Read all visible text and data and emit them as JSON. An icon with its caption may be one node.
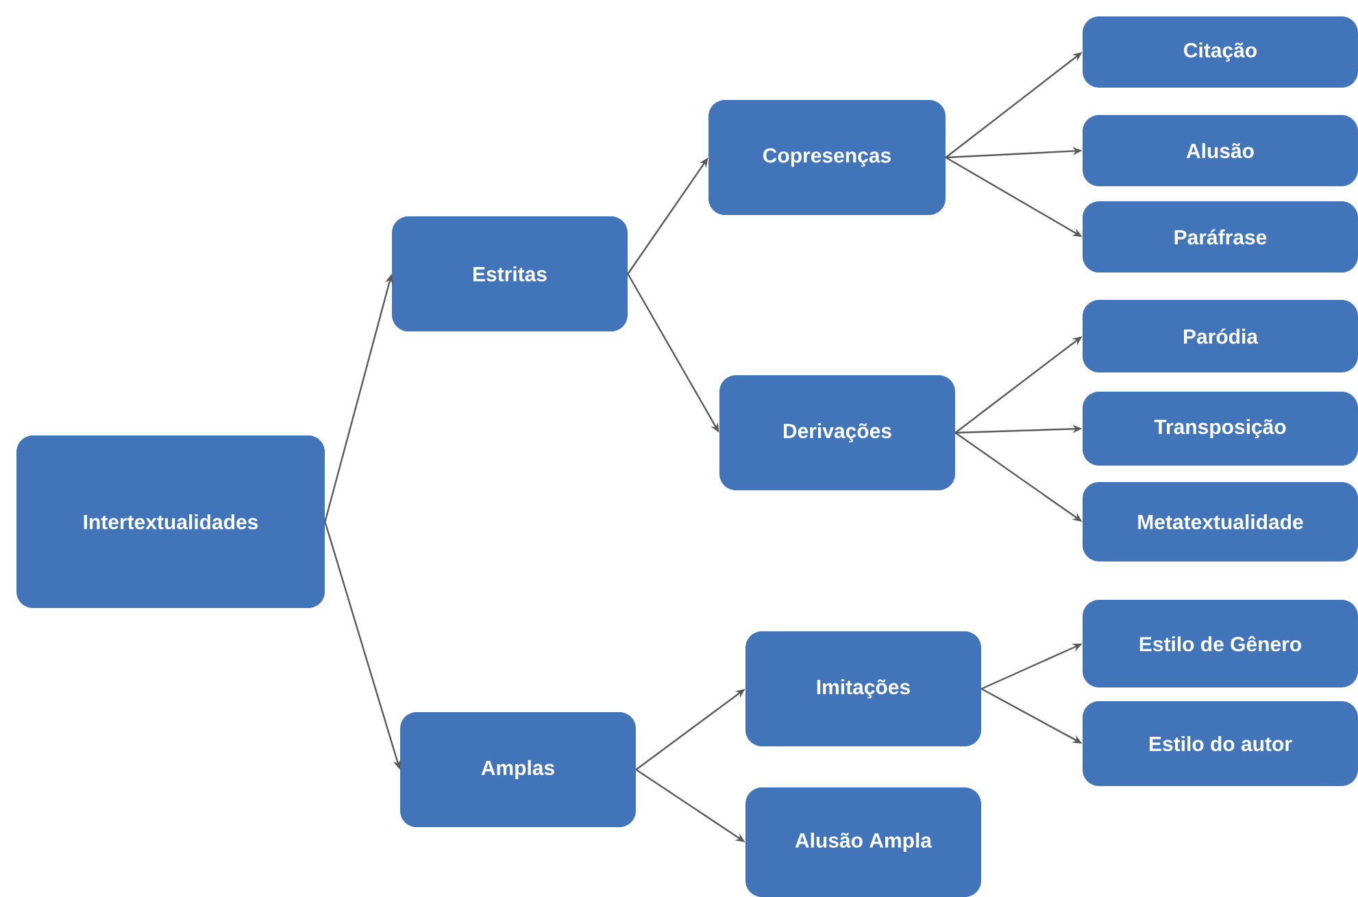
{
  "diagram": {
    "nodes": [
      {
        "text": [
          "Intertextualidades"
        ]
      },
      {
        "text": [
          "Estritas"
        ]
      },
      {
        "text": [
          "Amplas"
        ]
      },
      {
        "text": [
          "Copresenças"
        ]
      },
      {
        "text": [
          "Derivações"
        ]
      },
      {
        "text": [
          "Imitações"
        ]
      },
      {
        "text": [
          "Alusão Ampla"
        ]
      },
      {
        "text": [
          "Citação"
        ]
      },
      {
        "text": [
          "Alusão"
        ]
      },
      {
        "text": [
          "Paráfrase"
        ]
      },
      {
        "text": [
          "Paródia"
        ]
      },
      {
        "text": [
          "Transposição"
        ]
      },
      {
        "text": [
          "Metatextualidade"
        ]
      },
      {
        "text": [
          "Estilo de Gênero"
        ]
      },
      {
        "text": [
          "Estilo do autor"
        ]
      }
    ],
    "edges": [
      {
        "from": 0,
        "to": 1,
        "arrow": "to"
      },
      {
        "from": 0,
        "to": 2,
        "arrow": "to"
      },
      {
        "from": 1,
        "to": 3,
        "arrow": "to"
      },
      {
        "from": 1,
        "to": 4,
        "arrow": "to"
      },
      {
        "from": 2,
        "to": 5,
        "arrow": "to"
      },
      {
        "from": 2,
        "to": 6,
        "arrow": "to"
      },
      {
        "from": 3,
        "to": 7,
        "arrow": "to"
      },
      {
        "from": 3,
        "to": 8,
        "arrow": "to"
      },
      {
        "from": 3,
        "to": 9,
        "arrow": "to"
      },
      {
        "from": 4,
        "to": 10,
        "arrow": "to"
      },
      {
        "from": 4,
        "to": 11,
        "arrow": "to"
      },
      {
        "from": 4,
        "to": 12,
        "arrow": "to"
      },
      {
        "from": 5,
        "to": 13,
        "arrow": "to"
      },
      {
        "from": 5,
        "to": 14,
        "arrow": "to"
      }
    ]
  }
}
